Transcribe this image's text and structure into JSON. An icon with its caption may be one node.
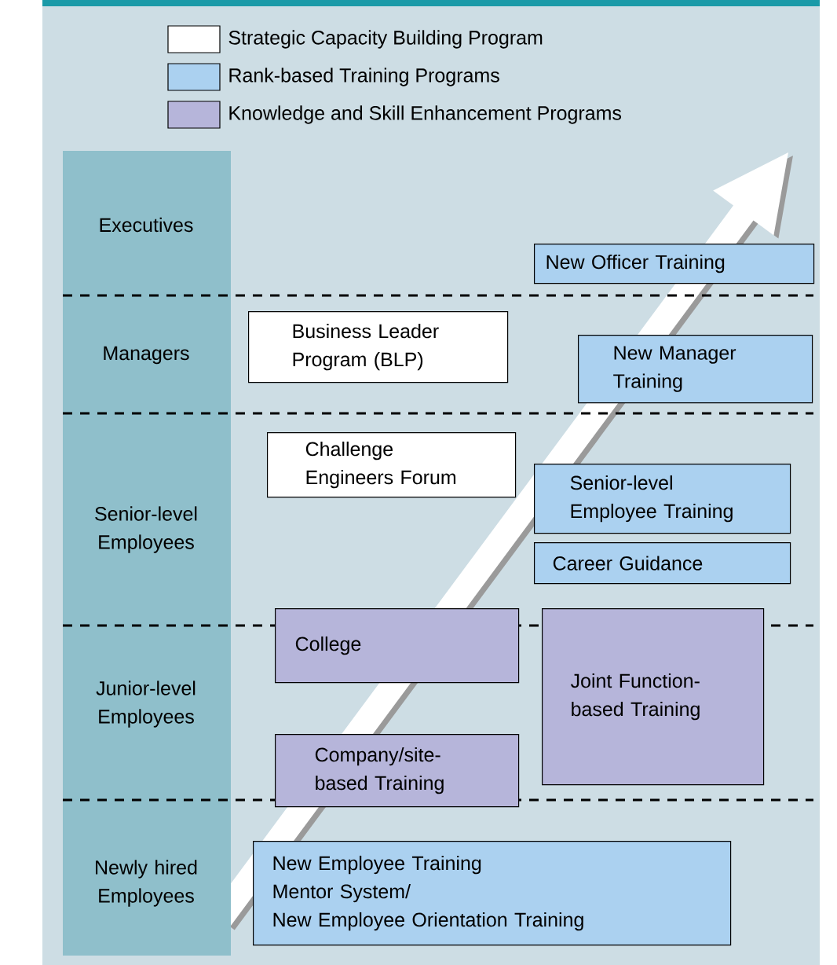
{
  "diagram": {
    "nodes": [
      {
        "text": [
          "New Officer Training"
        ]
      },
      {
        "text": [
          "Business Leader Program (BLP)"
        ]
      },
      {
        "text": [
          "New Manager Training"
        ]
      },
      {
        "text": [
          "Challenge Engineers Forum"
        ]
      },
      {
        "text": [
          "Senior-level Employee Training"
        ]
      },
      {
        "text": [
          "Career Guidance"
        ]
      },
      {
        "text": [
          "College"
        ]
      },
      {
        "text": [
          "Joint Function-based Training"
        ]
      },
      {
        "text": [
          "Company/site-based Training"
        ]
      },
      {
        "text": [
          "New Employee Training",
          "Mentor System/",
          "New Employee Orientation Training"
        ]
      }
    ],
    "labels": [
      "Executives",
      "Managers",
      "Senior-level Employees",
      "Junior-level Employees",
      "Newly hired Employees"
    ],
    "legend": [
      {
        "text": "Strategic Capacity Building Program",
        "color": "#ffffff"
      },
      {
        "text": "Rank-based Training Programs",
        "color": "#abd1f0"
      },
      {
        "text": "Knowledge and Skill Enhancement Programs",
        "color": "#b6b5da"
      }
    ]
  }
}
